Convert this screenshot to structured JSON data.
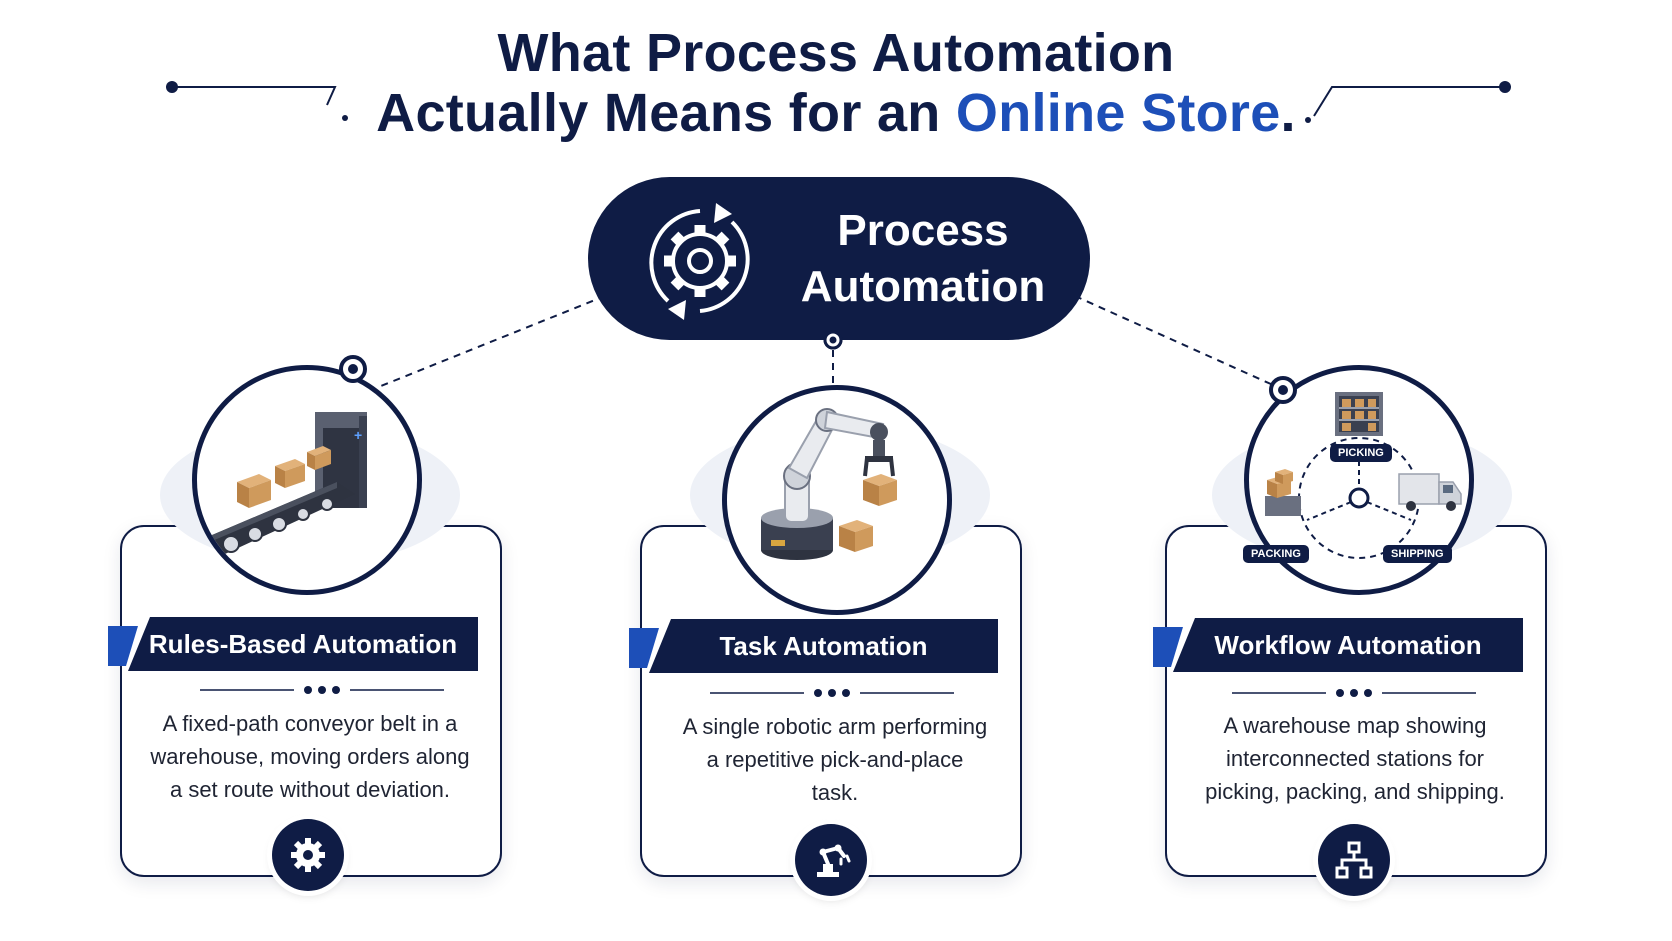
{
  "title": {
    "line1": "What Process Automation",
    "line2_prefix": "Actually Means for an ",
    "line2_highlight": "Online Store",
    "line2_suffix": "."
  },
  "hub": {
    "line1": "Process",
    "line2": "Automation",
    "icon": "gear-cycle-icon"
  },
  "cards": [
    {
      "title": "Rules-Based Automation",
      "desc_lines": [
        "A fixed-path conveyor belt in a",
        "warehouse, moving orders along",
        "a set route without deviation."
      ],
      "illustration": "conveyor-belt-icon",
      "badge_icon": "gear-icon"
    },
    {
      "title": "Task Automation",
      "desc_lines": [
        "A single robotic arm performing",
        "a repetitive pick-and-place",
        "task."
      ],
      "illustration": "robotic-arm-icon",
      "badge_icon": "robot-arm-icon"
    },
    {
      "title": "Workflow Automation",
      "desc_lines": [
        "A warehouse map showing",
        "interconnected stations for",
        "picking, packing, and shipping."
      ],
      "illustration": "warehouse-map-icon",
      "badge_icon": "flowchart-icon",
      "stations": [
        "PICKING",
        "PACKING",
        "SHIPPING"
      ]
    }
  ],
  "colors": {
    "navy": "#0f1c45",
    "accent_blue": "#1d4fb8",
    "background": "#ffffff"
  }
}
